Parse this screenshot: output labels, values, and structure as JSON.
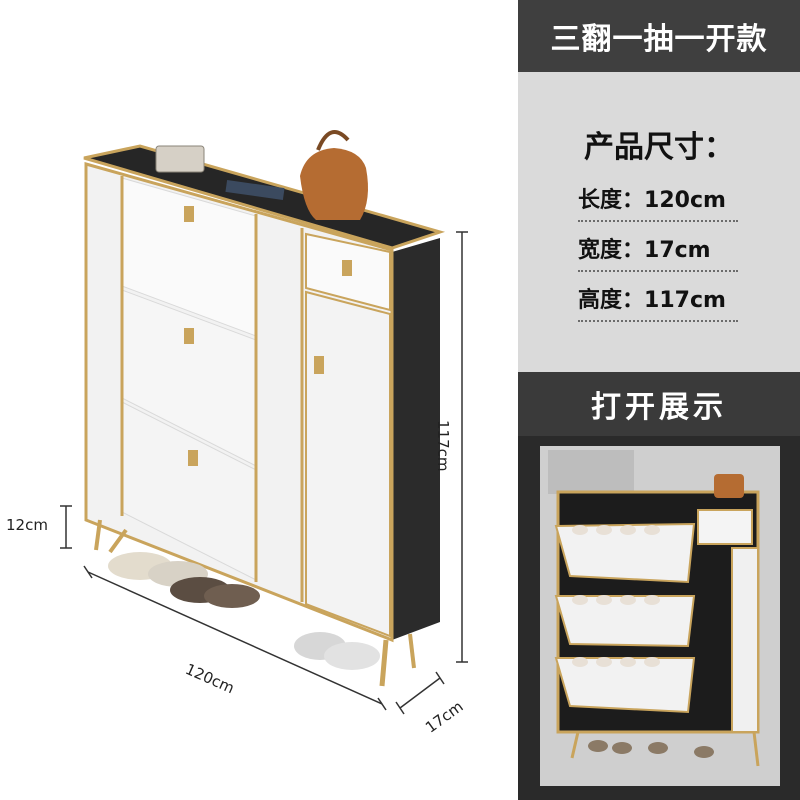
{
  "panel": {
    "title": "三翻一抽一开款",
    "spec_heading": "产品尺寸：",
    "specs": [
      {
        "label": "长度：",
        "value": "120cm"
      },
      {
        "label": "宽度：",
        "value": "17cm"
      },
      {
        "label": "高度：",
        "value": "117cm"
      }
    ],
    "open_heading": "打开展示"
  },
  "dimensions": {
    "height": "117cm",
    "leg_height": "12cm",
    "length": "120cm",
    "depth": "17cm"
  },
  "colors": {
    "dark_bar": "#3f3f3f",
    "spec_background": "#dadada",
    "cabinet_white": "#f2f2f2",
    "gold_trim": "#c9a45c",
    "cabinet_dark": "#2b2b2b"
  }
}
